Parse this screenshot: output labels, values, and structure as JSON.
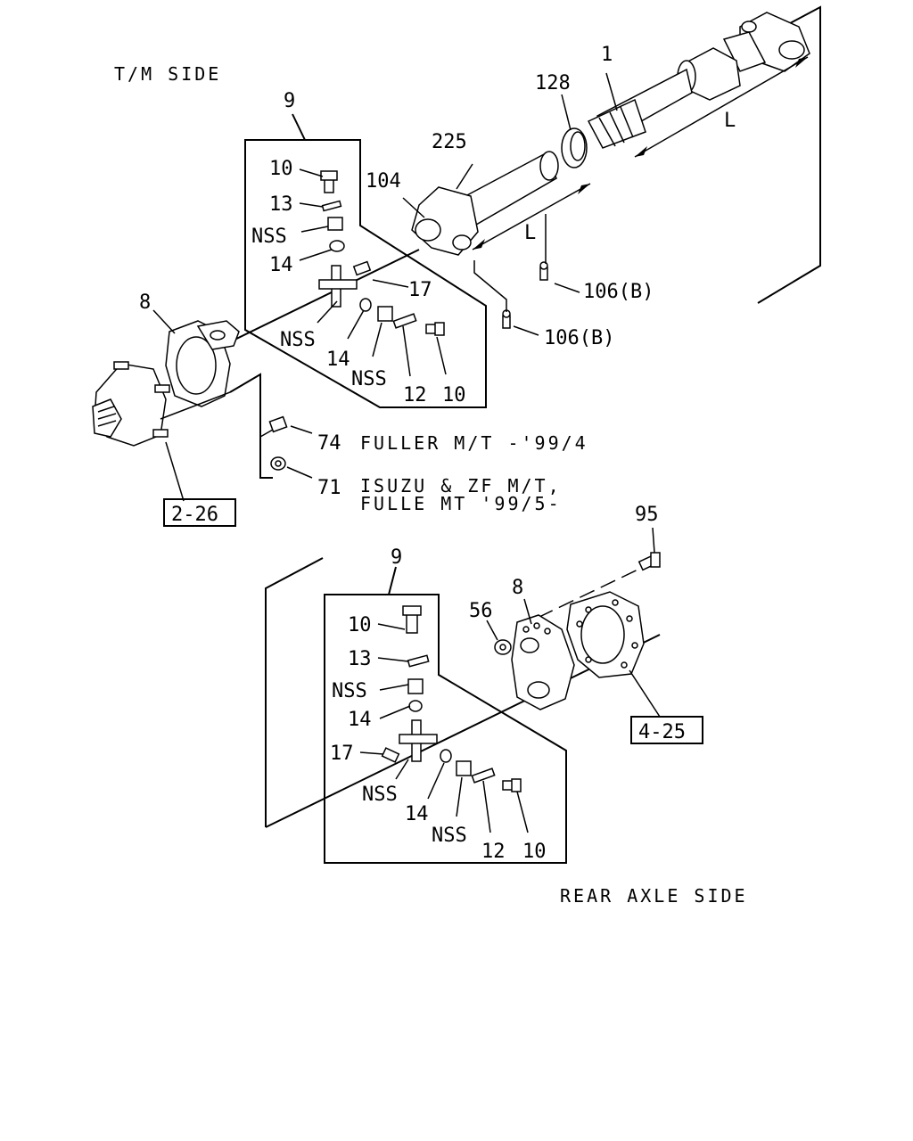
{
  "captions": {
    "tm_side": "T/M SIDE",
    "rear_axle_side": "REAR AXLE SIDE",
    "fuller_74": "FULLER M/T -'99/4",
    "isuzu_71_line1": "ISUZU & ZF M/T,",
    "isuzu_71_line2": "FULLE MT '99/5-"
  },
  "refs": {
    "ref_2_26": "2-26",
    "ref_4_25": "4-25"
  },
  "upper": {
    "p1": "1",
    "p128": "128",
    "p225": "225",
    "p104": "104",
    "pL1": "L",
    "pL2": "L",
    "p106b_1": "106(B)",
    "p106b_2": "106(B)",
    "p9": "9",
    "p10a": "10",
    "p13": "13",
    "nss_a": "NSS",
    "p14a": "14",
    "p17": "17",
    "nss_b": "NSS",
    "p14b": "14",
    "nss_c": "NSS",
    "p12": "12",
    "p10b": "10",
    "p8": "8",
    "p74": "74",
    "p71": "71"
  },
  "lower": {
    "p9": "9",
    "p95": "95",
    "p8": "8",
    "p56": "56",
    "p10a": "10",
    "p13": "13",
    "nss_a": "NSS",
    "p14a": "14",
    "p17": "17",
    "nss_b": "NSS",
    "p14b": "14",
    "nss_c": "NSS",
    "p12": "12",
    "p10b": "10"
  }
}
